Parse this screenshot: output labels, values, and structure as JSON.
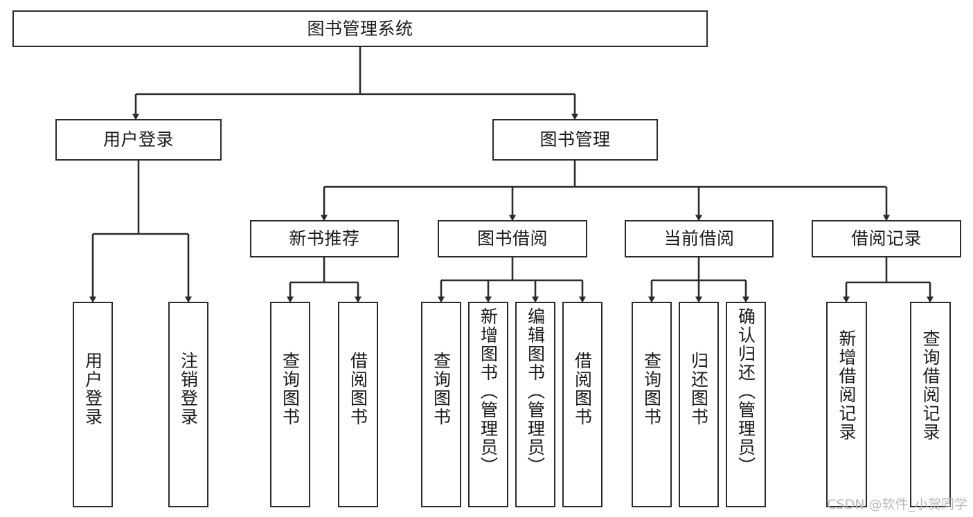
{
  "diagram": {
    "title": "图书管理系统",
    "type": "tree-hierarchy-functional-structure",
    "colors": {
      "stroke": "#2b2b2b",
      "fill": "#ffffff",
      "text": "#1a1a1a",
      "watermark": "#b9b9b9"
    },
    "nodes": {
      "root": {
        "label": "图书管理系统"
      },
      "level2": [
        {
          "id": "user-login",
          "label": "用户登录"
        },
        {
          "id": "book-management",
          "label": "图书管理"
        }
      ],
      "level3": [
        {
          "id": "new-book-recommend",
          "label": "新书推荐"
        },
        {
          "id": "book-borrow",
          "label": "图书借阅"
        },
        {
          "id": "current-borrow",
          "label": "当前借阅"
        },
        {
          "id": "borrow-record",
          "label": "借阅记录"
        }
      ],
      "leaves": [
        {
          "id": "login",
          "label": "用户登录",
          "parent": "user-login"
        },
        {
          "id": "logout",
          "label": "注销登录",
          "parent": "user-login"
        },
        {
          "id": "query-book-rec",
          "label": "查询图书",
          "parent": "new-book-recommend"
        },
        {
          "id": "borrow-book-rec",
          "label": "借阅图书",
          "parent": "new-book-recommend"
        },
        {
          "id": "query-book-bor",
          "label": "查询图书",
          "parent": "book-borrow"
        },
        {
          "id": "add-book",
          "label": "新增图书（管理员）",
          "parent": "book-borrow"
        },
        {
          "id": "edit-book",
          "label": "编辑图书（管理员）",
          "parent": "book-borrow"
        },
        {
          "id": "borrow-book",
          "label": "借阅图书",
          "parent": "book-borrow"
        },
        {
          "id": "query-book-cur",
          "label": "查询图书",
          "parent": "current-borrow"
        },
        {
          "id": "return-book",
          "label": "归还图书",
          "parent": "current-borrow"
        },
        {
          "id": "confirm-return",
          "label": "确认归还（管理员）",
          "parent": "current-borrow"
        },
        {
          "id": "add-record",
          "label": "新增借阅记录",
          "parent": "borrow-record"
        },
        {
          "id": "query-record",
          "label": "查询借阅记录",
          "parent": "borrow-record"
        }
      ]
    },
    "watermark": "CSDN @软件_小贺同学"
  }
}
